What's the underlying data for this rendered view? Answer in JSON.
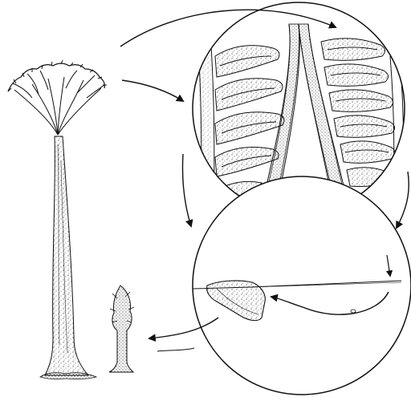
{
  "figure": {
    "kind": "scientific line illustration (monochrome ink drawing)",
    "subjects": [
      "tall-tree-with-branching-crown",
      "small-sapling",
      "magnified-frond-detail",
      "magnified-cross-section-with-seed"
    ],
    "ink_color": "#111111",
    "paper_color": "#ffffff"
  }
}
